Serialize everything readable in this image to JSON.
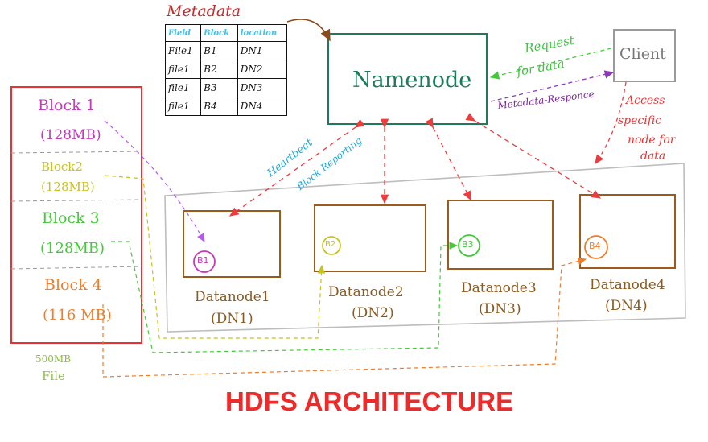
{
  "metadata": {
    "title": "Metadata",
    "columns": [
      "Field",
      "Block",
      "location"
    ],
    "rows": [
      [
        "File1",
        "B1",
        "DN1"
      ],
      [
        "file1",
        "B2",
        "DN2"
      ],
      [
        "file1",
        "B3",
        "DN3"
      ],
      [
        "file1",
        "B4",
        "DN4"
      ]
    ]
  },
  "namenode": {
    "label": "Namenode"
  },
  "client": {
    "label": "Client"
  },
  "edges": {
    "request": [
      "Request",
      "for data"
    ],
    "metadata_response": "Metadata-Responce",
    "access": [
      "Access",
      "specific",
      "node for",
      "data"
    ],
    "heartbeat": "Heartbeat",
    "block_reporting": "Block Reporting"
  },
  "file": {
    "size_label": [
      "500MB",
      "File"
    ],
    "blocks": [
      {
        "name": "Block 1",
        "size": "(128MB)",
        "color": "#c23bb8"
      },
      {
        "name": "Block2",
        "size": "(128MB)",
        "color": "#c8c21f"
      },
      {
        "name": "Block 3",
        "size": "(128MB)",
        "color": "#45c93a"
      },
      {
        "name": "Block 4",
        "size": "(116 MB)",
        "color": "#f07d2a"
      }
    ]
  },
  "datanodes": [
    {
      "name": "Datanode1",
      "id": "(DN1)",
      "block": "B1",
      "color": "#c23bb8"
    },
    {
      "name": "Datanode2",
      "id": "(DN2)",
      "block": "B2",
      "color": "#c8c21f"
    },
    {
      "name": "Datanode3",
      "id": "(DN3)",
      "block": "B3",
      "color": "#45c93a"
    },
    {
      "name": "Datanode4",
      "id": "(DN4)",
      "block": "B4",
      "color": "#f07d2a"
    }
  ],
  "title": "HDFS ARCHITECTURE",
  "colors": {
    "title": "#ee2b2b",
    "file_border": "#ee3030",
    "namenode_border": "#1e7a5a",
    "namenode_text": "#1e7a5a",
    "datanode_border": "#9c5b1a",
    "datanode_text": "#8a5a20",
    "request_text": "#3ec53e",
    "response_text": "#7a2b9a",
    "access_text": "#ee3030",
    "heartbeat_text": "#22a8d8"
  }
}
